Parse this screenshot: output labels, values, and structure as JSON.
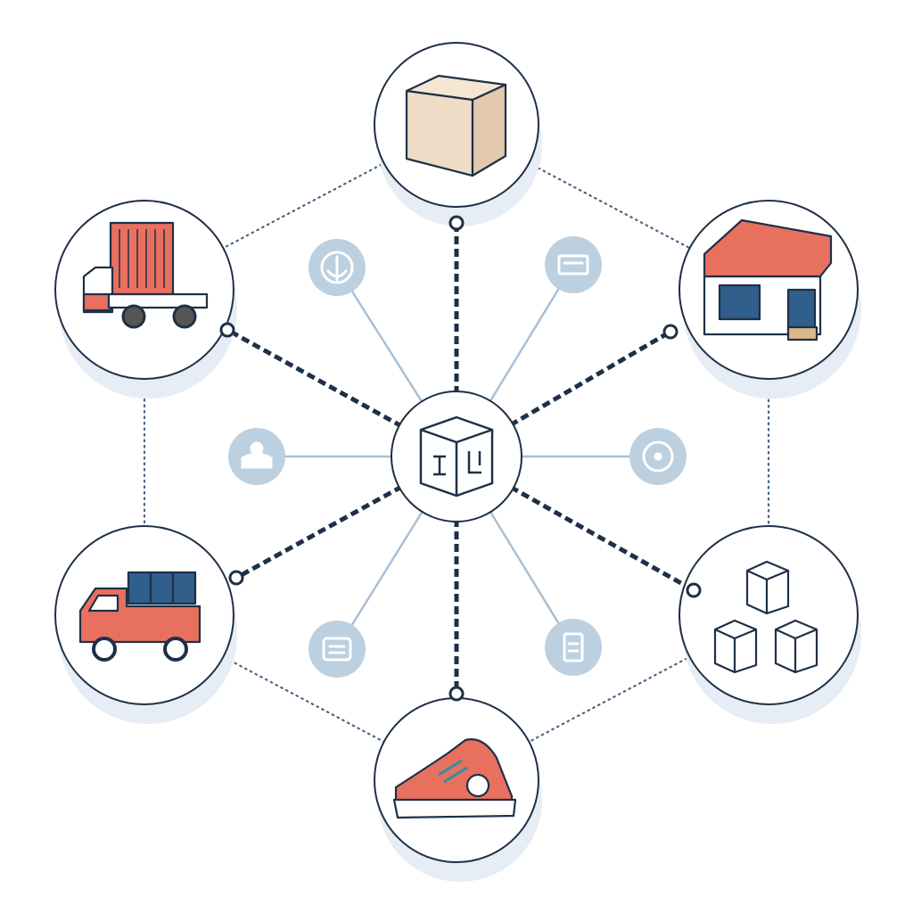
{
  "diagram": {
    "type": "hub-and-spoke network",
    "colors": {
      "outline": "#1e3046",
      "accent": "#e8705f",
      "accent_dark": "#c9503f",
      "box": "#efdcc6",
      "icon_bubble": "#bcd0e0",
      "thin_line": "#a9c0d4",
      "shadow": "#e6edf4",
      "window": "#2f5f8a"
    },
    "hub": {
      "icon": "cube-icon"
    },
    "outer_nodes": [
      {
        "id": "package",
        "icon": "cardboard-box-icon"
      },
      {
        "id": "warehouse",
        "icon": "warehouse-icon"
      },
      {
        "id": "inventory",
        "icon": "stacked-boxes-icon"
      },
      {
        "id": "product",
        "icon": "sneaker-icon"
      },
      {
        "id": "delivery-van",
        "icon": "van-icon"
      },
      {
        "id": "freight-truck",
        "icon": "container-truck-icon"
      }
    ],
    "inner_nodes": [
      {
        "id": "anchor",
        "icon": "anchor-icon"
      },
      {
        "id": "ticket",
        "icon": "ticket-icon"
      },
      {
        "id": "tracking",
        "icon": "tracking-icon"
      },
      {
        "id": "document",
        "icon": "document-icon"
      },
      {
        "id": "list",
        "icon": "list-icon"
      },
      {
        "id": "agent",
        "icon": "person-desk-icon"
      }
    ]
  }
}
